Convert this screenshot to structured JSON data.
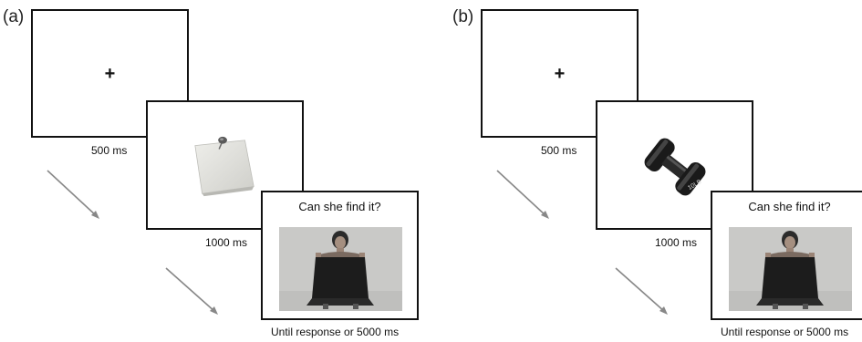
{
  "panels": [
    {
      "label": "(a)",
      "fixation": "+",
      "fixation_duration": "500 ms",
      "stimulus": "sticky-note-with-pushpin",
      "stimulus_duration": "1000 ms",
      "question": "Can she find it?",
      "final_image": "woman-holding-dark-cloth",
      "final_duration": "Until response or 5000 ms"
    },
    {
      "label": "(b)",
      "fixation": "+",
      "fixation_duration": "500 ms",
      "stimulus": "black-dumbbell",
      "stimulus_text": "10LB",
      "stimulus_duration": "1000 ms",
      "question": "Can she find it?",
      "final_image": "woman-holding-dark-cloth",
      "final_duration": "Until response or 5000 ms"
    }
  ],
  "colors": {
    "frame_border": "#111111",
    "arrow": "#888888",
    "photo_bg": "#c9c9c7",
    "cloth": "#1c1c1c"
  }
}
